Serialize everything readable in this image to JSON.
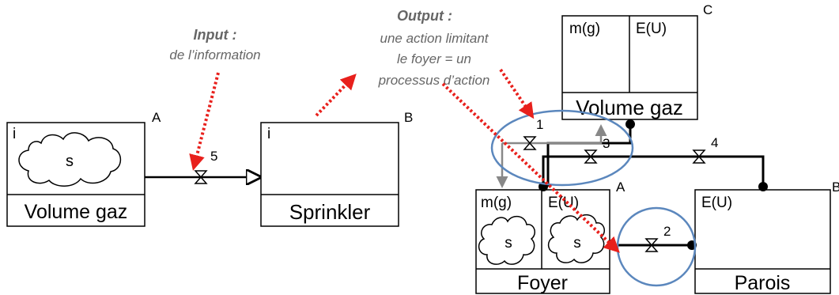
{
  "diagram": {
    "left": {
      "box_a": {
        "corner": "A",
        "tag": "i",
        "cloud": "s",
        "name": "Volume gaz"
      },
      "box_b": {
        "corner": "B",
        "tag": "i",
        "name": "Sprinkler"
      },
      "valve_number": "5",
      "input_note": {
        "title": "Input :",
        "line1": "de l’information"
      },
      "output_note": {
        "title": "Output :",
        "line1": "une action limitant",
        "line2": "le foyer = un",
        "line3": "processus d’action"
      }
    },
    "right": {
      "volume": {
        "corner": "C",
        "col1": "m(g)",
        "col2": "E(U)",
        "name": "Volume gaz"
      },
      "foyer": {
        "corner": "A",
        "col1": "m(g)",
        "col2": "E(U)",
        "cloud1": "s",
        "cloud2": "s",
        "name": "Foyer"
      },
      "parois": {
        "corner": "B",
        "col1": "E(U)",
        "name": "Parois"
      },
      "valves": {
        "v1": "1",
        "v2": "2",
        "v3": "3",
        "v4": "4"
      }
    },
    "colors": {
      "arrow": "#e8201c",
      "circle": "#5b87bd",
      "flow": "#000000",
      "grey_flow": "#888888"
    }
  }
}
